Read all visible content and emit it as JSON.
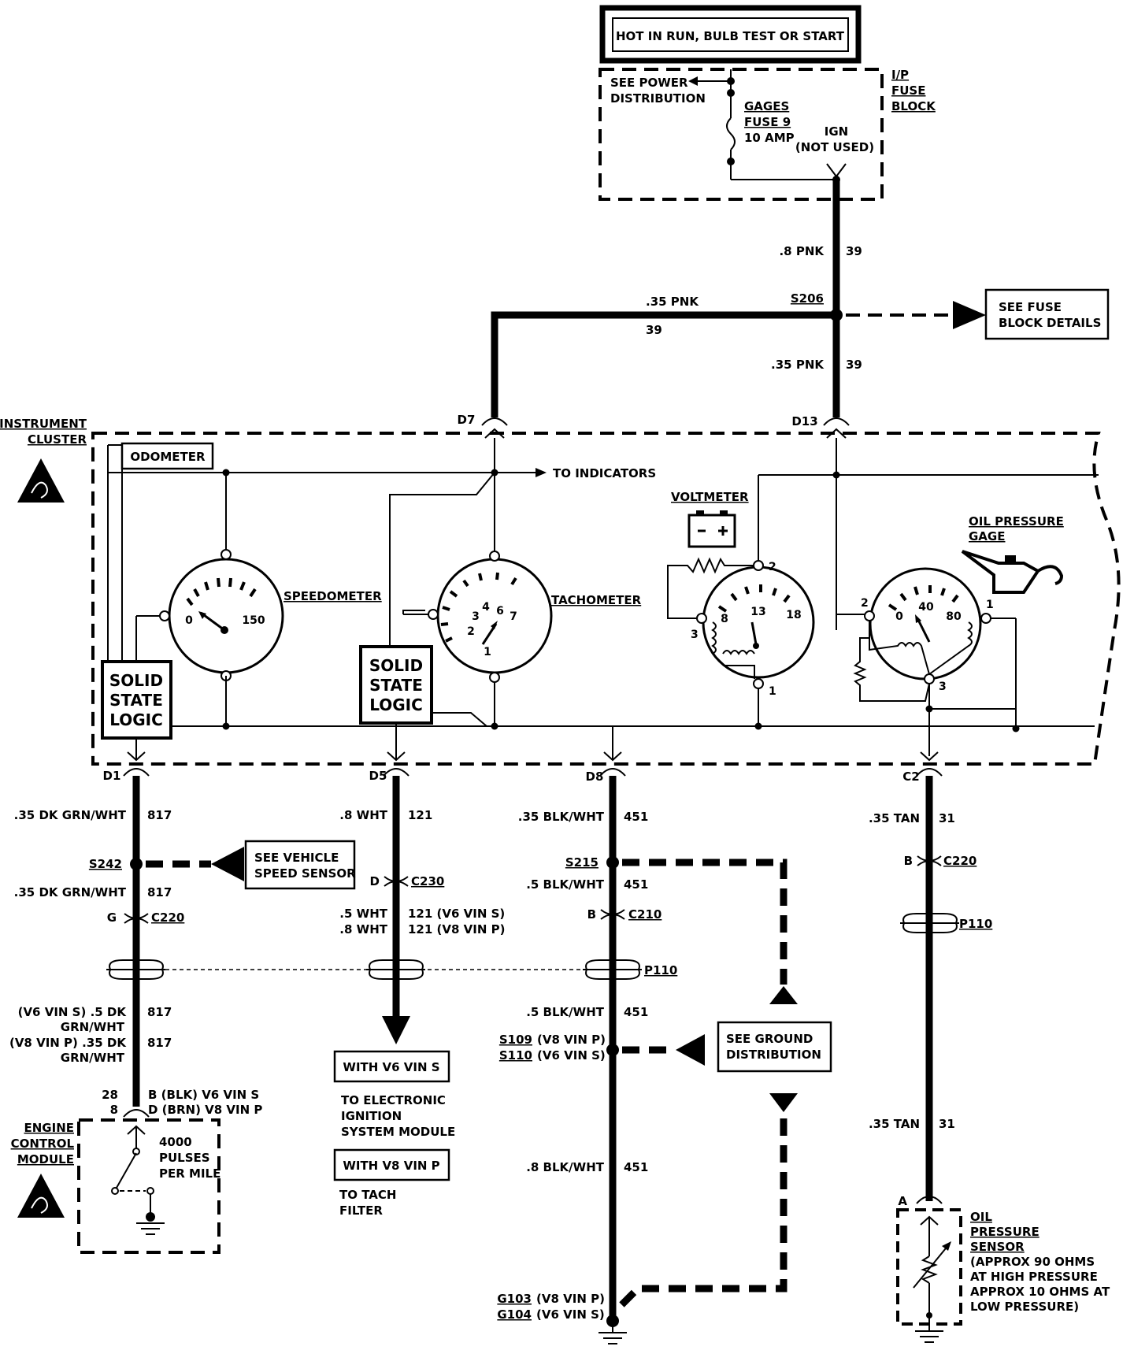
{
  "power": {
    "header": "HOT IN RUN, BULB TEST OR START",
    "see_power": [
      "SEE POWER",
      "DISTRIBUTION"
    ],
    "fuse": [
      "GAGES",
      "FUSE 9",
      "10 AMP"
    ],
    "ign": [
      "IGN",
      "(NOT USED)"
    ],
    "fuse_block": [
      "I/P",
      "FUSE",
      "BLOCK"
    ]
  },
  "top_wires": {
    "w1_label": ".8 PNK",
    "w1_circuit": "39",
    "s206": "S206",
    "pnk35": ".35 PNK",
    "c39": "39",
    "see_fuse": [
      "SEE FUSE",
      "BLOCK DETAILS"
    ],
    "w3_label": ".35 PNK",
    "w3_circuit": "39",
    "d7": "D7",
    "d13": "D13"
  },
  "cluster": {
    "title": [
      "INSTRUMENT",
      "CLUSTER"
    ],
    "odometer": "ODOMETER",
    "to_indicators": "TO INDICATORS",
    "speedometer": "SPEEDOMETER",
    "speedo_min": "0",
    "speedo_max": "150",
    "tachometer": "TACHOMETER",
    "tach_nums": [
      "1",
      "2",
      "3",
      "4",
      "6",
      "7"
    ],
    "voltmeter": "VOLTMETER",
    "volt_nums": [
      "8",
      "13",
      "18"
    ],
    "volt_pins": [
      "1",
      "2",
      "3"
    ],
    "oil_gage": [
      "OIL PRESSURE",
      "GAGE"
    ],
    "oil_nums": [
      "0",
      "40",
      "80"
    ],
    "oil_pins": [
      "1",
      "2",
      "3"
    ],
    "ssl": [
      "SOLID",
      "STATE",
      "LOGIC"
    ]
  },
  "col1": {
    "d1": "D1",
    "w1": ".35 DK GRN/WHT",
    "c1": "817",
    "s242": "S242",
    "see_vss": [
      "SEE VEHICLE",
      "SPEED SENSOR"
    ],
    "w2": ".35 DK GRN/WHT",
    "c2": "817",
    "g": "G",
    "c220": "C220",
    "v6_lines": [
      "(V6  VIN S)  .5 DK",
      "GRN/WHT",
      "(V8  VIN P)  .35 DK",
      "GRN/WHT"
    ],
    "c3": "817",
    "c4": "817",
    "pin28": "28",
    "pin8": "8",
    "pin_b": "B  (BLK)  V6  VIN S",
    "pin_d": "D  (BRN)  V8  VIN P",
    "ecm": [
      "ENGINE",
      "CONTROL",
      "MODULE"
    ],
    "pulses": [
      "4000",
      "PULSES",
      "PER MILE"
    ]
  },
  "col2": {
    "d5": "D5",
    "w1": ".8 WHT",
    "c1": "121",
    "d": "D",
    "c230": "C230",
    "w2a": ".5 WHT",
    "w2b": ".8 WHT",
    "c2a": "121 (V6  VIN S)",
    "c2b": "121 (V8  VIN P)",
    "with_v6": "WITH V6  VIN S",
    "to_eism": [
      "TO ELECTRONIC",
      "IGNITION",
      "SYSTEM MODULE"
    ],
    "with_v8": "WITH V8  VIN P",
    "to_tach": [
      "TO TACH",
      "FILTER"
    ]
  },
  "col3": {
    "d8": "D8",
    "w1": ".35 BLK/WHT",
    "c1": "451",
    "s215": "S215",
    "w2": ".5 BLK/WHT",
    "c2": "451",
    "b": "B",
    "c210": "C210",
    "p110": "P110",
    "w3": ".5 BLK/WHT",
    "c3": "451",
    "s109": "S109",
    "s109_note": "(V8  VIN P)",
    "s110": "S110",
    "s110_note": "(V6  VIN S)",
    "see_ground": [
      "SEE GROUND",
      "DISTRIBUTION"
    ],
    "w4": ".8 BLK/WHT",
    "c4": "451",
    "g103": "G103",
    "g103_note": "(V8  VIN P)",
    "g104": "G104",
    "g104_note": "(V6  VIN S)"
  },
  "col4": {
    "c2": "C2",
    "w1": ".35 TAN",
    "c1": "31",
    "b": "B",
    "c220": "C220",
    "p110": "P110",
    "w2": ".35 TAN",
    "c3": "31",
    "a": "A",
    "sensor": [
      "OIL",
      "PRESSURE",
      "SENSOR",
      "(APPROX 90 OHMS",
      "AT HIGH PRESSURE",
      "APPROX 10 OHMS AT",
      "LOW PRESSURE)"
    ]
  }
}
